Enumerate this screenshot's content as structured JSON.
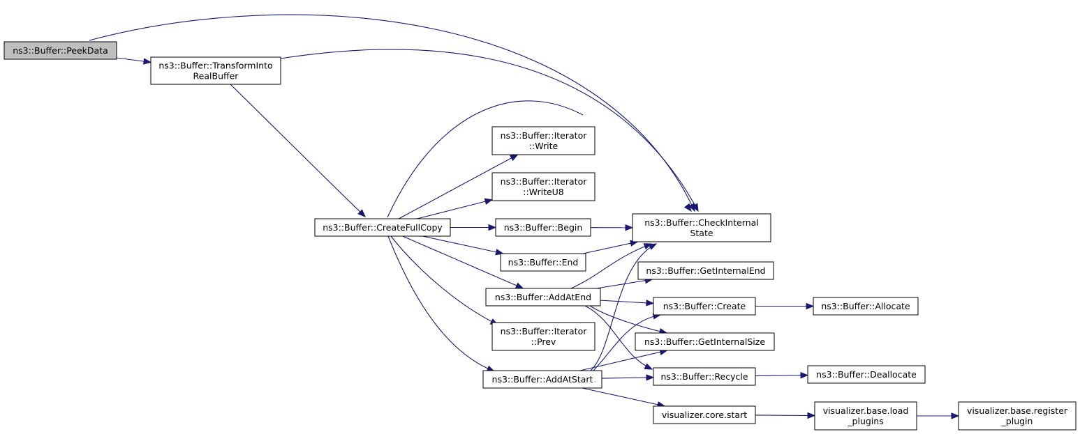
{
  "nodes": [
    {
      "id": "peek",
      "lines": [
        "ns3::Buffer::PeekData"
      ],
      "root": true
    },
    {
      "id": "transform",
      "lines": [
        "ns3::Buffer::TransformInto",
        "RealBuffer"
      ]
    },
    {
      "id": "fullcopy",
      "lines": [
        "ns3::Buffer::CreateFullCopy"
      ]
    },
    {
      "id": "write",
      "lines": [
        "ns3::Buffer::Iterator",
        "::Write"
      ]
    },
    {
      "id": "writeu8",
      "lines": [
        "ns3::Buffer::Iterator",
        "::WriteU8"
      ]
    },
    {
      "id": "begin",
      "lines": [
        "ns3::Buffer::Begin"
      ]
    },
    {
      "id": "end",
      "lines": [
        "ns3::Buffer::End"
      ]
    },
    {
      "id": "addatend",
      "lines": [
        "ns3::Buffer::AddAtEnd"
      ]
    },
    {
      "id": "prev",
      "lines": [
        "ns3::Buffer::Iterator",
        "::Prev"
      ]
    },
    {
      "id": "addatstart",
      "lines": [
        "ns3::Buffer::AddAtStart"
      ]
    },
    {
      "id": "check",
      "lines": [
        "ns3::Buffer::CheckInternal",
        "State"
      ]
    },
    {
      "id": "getend",
      "lines": [
        "ns3::Buffer::GetInternalEnd"
      ]
    },
    {
      "id": "create",
      "lines": [
        "ns3::Buffer::Create"
      ]
    },
    {
      "id": "getsize",
      "lines": [
        "ns3::Buffer::GetInternalSize"
      ]
    },
    {
      "id": "recycle",
      "lines": [
        "ns3::Buffer::Recycle"
      ]
    },
    {
      "id": "vcstart",
      "lines": [
        "visualizer.core.start"
      ]
    },
    {
      "id": "allocate",
      "lines": [
        "ns3::Buffer::Allocate"
      ]
    },
    {
      "id": "deallocate",
      "lines": [
        "ns3::Buffer::Deallocate"
      ]
    },
    {
      "id": "loadplugins",
      "lines": [
        "visualizer.base.load",
        "_plugins"
      ]
    },
    {
      "id": "registerplugin",
      "lines": [
        "visualizer.base.register",
        "_plugin"
      ]
    }
  ],
  "edges": [
    {
      "from": "peek",
      "to": "transform"
    },
    {
      "from": "peek",
      "to": "check"
    },
    {
      "from": "transform",
      "to": "check"
    },
    {
      "from": "transform",
      "to": "fullcopy"
    },
    {
      "from": "fullcopy",
      "to": "check"
    },
    {
      "from": "fullcopy",
      "to": "write"
    },
    {
      "from": "fullcopy",
      "to": "writeu8"
    },
    {
      "from": "fullcopy",
      "to": "begin"
    },
    {
      "from": "fullcopy",
      "to": "end"
    },
    {
      "from": "fullcopy",
      "to": "addatend"
    },
    {
      "from": "fullcopy",
      "to": "prev"
    },
    {
      "from": "fullcopy",
      "to": "addatstart"
    },
    {
      "from": "begin",
      "to": "check"
    },
    {
      "from": "end",
      "to": "check"
    },
    {
      "from": "addatend",
      "to": "check"
    },
    {
      "from": "addatend",
      "to": "getend"
    },
    {
      "from": "addatend",
      "to": "create"
    },
    {
      "from": "addatend",
      "to": "getsize"
    },
    {
      "from": "addatend",
      "to": "recycle"
    },
    {
      "from": "addatstart",
      "to": "check"
    },
    {
      "from": "addatstart",
      "to": "create"
    },
    {
      "from": "addatstart",
      "to": "getsize"
    },
    {
      "from": "addatstart",
      "to": "recycle"
    },
    {
      "from": "addatstart",
      "to": "vcstart"
    },
    {
      "from": "create",
      "to": "allocate"
    },
    {
      "from": "recycle",
      "to": "deallocate"
    },
    {
      "from": "vcstart",
      "to": "loadplugins"
    },
    {
      "from": "loadplugins",
      "to": "registerplugin"
    }
  ]
}
